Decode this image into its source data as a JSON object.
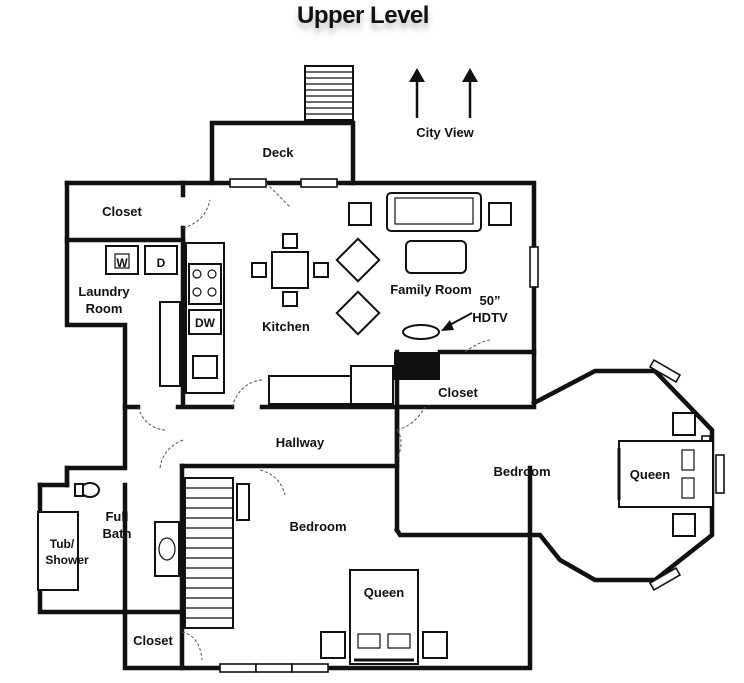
{
  "title": "Upper Level",
  "labels": {
    "city_view": "City View",
    "deck": "Deck",
    "closet_top": "Closet",
    "laundry_line1": "Laundry",
    "laundry_line2": "Room",
    "washer": "W",
    "dryer": "D",
    "dishwasher": "DW",
    "kitchen": "Kitchen",
    "family_room": "Family Room",
    "tv_line1": "50”",
    "tv_line2": "HDTV",
    "closet_mid": "Closet",
    "hallway": "Hallway",
    "bedroom_right": "Bedroom",
    "bedroom_right_bed": "Queen",
    "full_bath_line1": "Full",
    "full_bath_line2": "Bath",
    "tub_line1": "Tub/",
    "tub_line2": "Shower",
    "bedroom_bottom": "Bedroom",
    "bedroom_bottom_bed": "Queen",
    "closet_bottom": "Closet"
  }
}
